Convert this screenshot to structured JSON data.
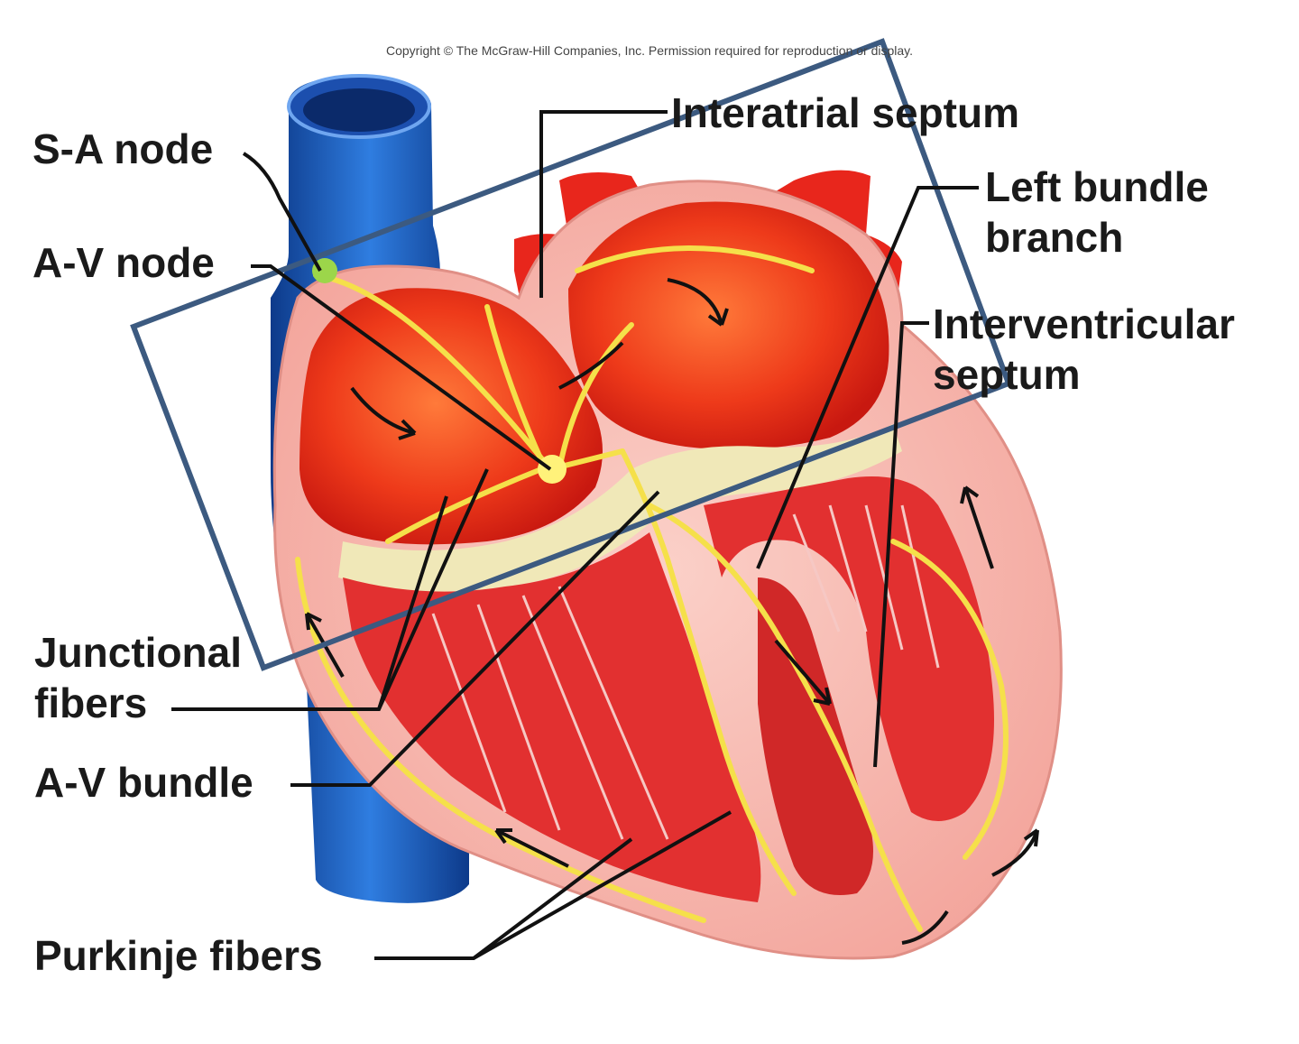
{
  "copyright": "Copyright © The McGraw-Hill Companies, Inc. Permission required for reproduction or display.",
  "labels": {
    "sa_node": "S-A node",
    "av_node": "A-V node",
    "interatrial_septum": "Interatrial septum",
    "left_bundle_branch_line1": "Left bundle",
    "left_bundle_branch_line2": "branch",
    "interventricular_septum_line1": "Interventricular",
    "interventricular_septum_line2": "septum",
    "junctional_fibers_line1": "Junctional",
    "junctional_fibers_line2": "fibers",
    "av_bundle": "A-V bundle",
    "purkinje_fibers": "Purkinje fibers"
  },
  "colors": {
    "vein": "#1f5fc4",
    "heart_wall": "#f7b3ad",
    "chamber": "#e8261c",
    "conduction": "#f5e04a",
    "highlight_box": "#3c5a80",
    "leader_lines": "#111111"
  }
}
